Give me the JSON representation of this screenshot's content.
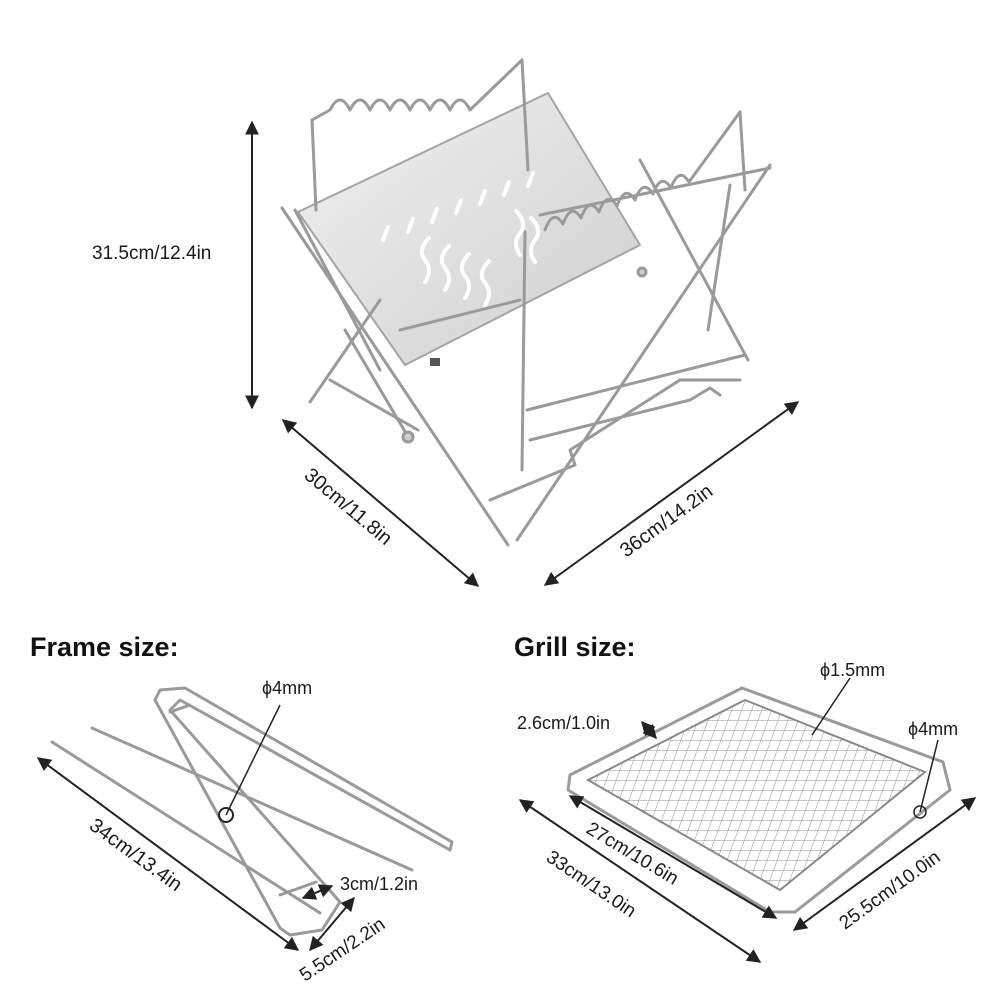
{
  "main": {
    "height_label": "31.5cm/12.4in",
    "depth_label": "30cm/11.8in",
    "width_label": "36cm/14.2in"
  },
  "frame": {
    "heading": "Frame size:",
    "rod_diameter": "ϕ4mm",
    "length_label": "34cm/13.4in",
    "inner_width_label": "3cm/1.2in",
    "outer_width_label": "5.5cm/2.2in"
  },
  "grill": {
    "heading": "Grill size:",
    "mesh_wire_diameter": "ϕ1.5mm",
    "frame_wire_diameter": "ϕ4mm",
    "margin_label": "2.6cm/1.0in",
    "mesh_length_label": "27cm/10.6in",
    "outer_length_label": "33cm/13.0in",
    "width_label": "25.5cm/10.0in"
  }
}
